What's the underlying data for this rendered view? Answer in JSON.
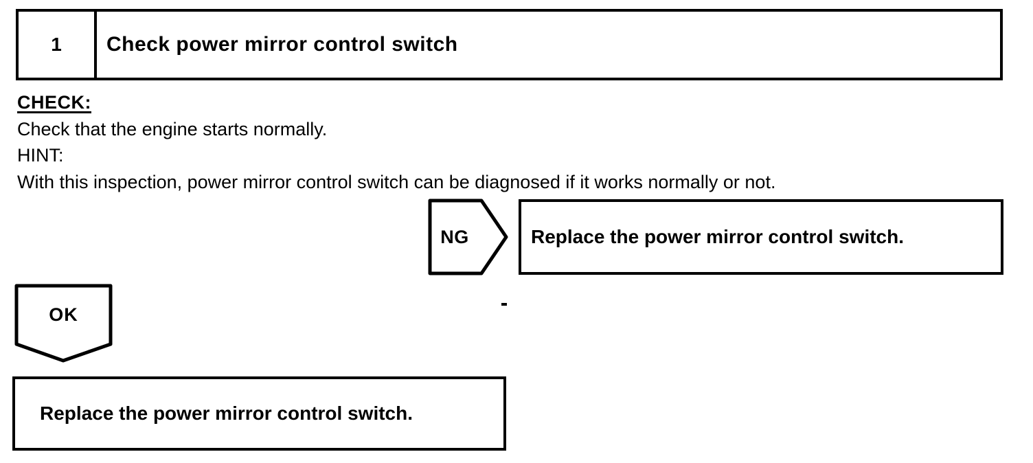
{
  "page": {
    "step_number": "1",
    "step_title": "Check power mirror control switch",
    "check_label": "CHECK:",
    "check_text": "Check that the engine starts normally.",
    "hint_label": "HINT:",
    "hint_text": "With this inspection, power mirror control switch can be diagnosed if it works normally or not.",
    "ng_branch": {
      "label": "NG",
      "action": "Replace the power mirror control switch."
    },
    "ok_branch": {
      "label": "OK",
      "action": "Replace the power mirror control switch."
    },
    "colors": {
      "ink": "#000000",
      "paper": "#ffffff"
    }
  }
}
